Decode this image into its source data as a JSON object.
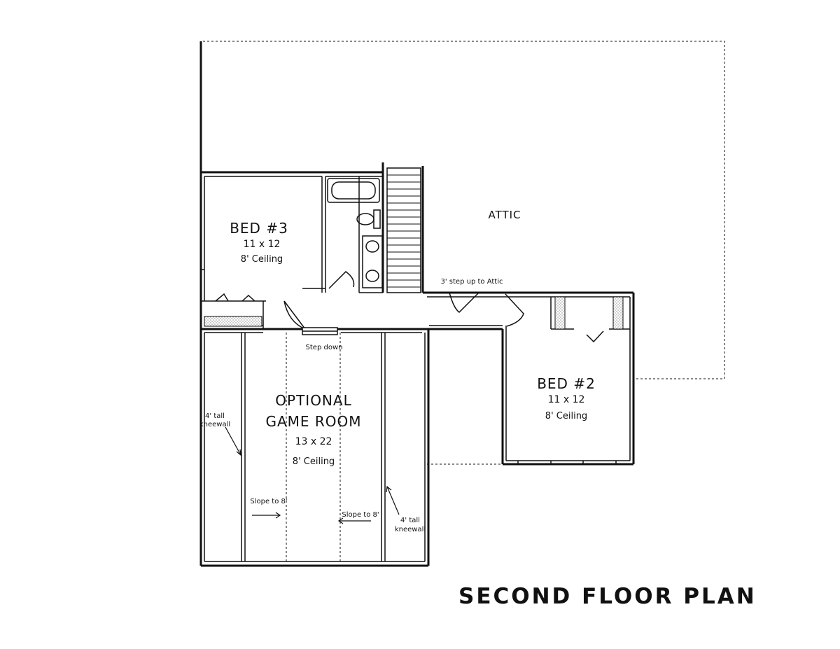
{
  "title": "SECOND FLOOR PLAN",
  "rooms": {
    "bed3": {
      "name": "BED #3",
      "size": "11 x 12",
      "ceiling": "8' Ceiling"
    },
    "bed2": {
      "name": "BED #2",
      "size": "11 x 12",
      "ceiling": "8' Ceiling"
    },
    "game": {
      "name_line1": "OPTIONAL",
      "name_line2": "GAME ROOM",
      "size": "13 x 22",
      "ceiling": "8' Ceiling"
    },
    "attic": {
      "name": "ATTIC"
    }
  },
  "notes": {
    "attic_step": "3' step up to Attic",
    "step_down": "Step down",
    "slope_left": "Slope to 8'",
    "slope_right": "Slope to 8'",
    "kneewall_left_1": "4' tall",
    "kneewall_left_2": "kneewall",
    "kneewall_right_1": "4' tall",
    "kneewall_right_2": "kneewall"
  },
  "colors": {
    "line": "#111111",
    "hatch": "#bbbbbb",
    "background": "#ffffff"
  }
}
